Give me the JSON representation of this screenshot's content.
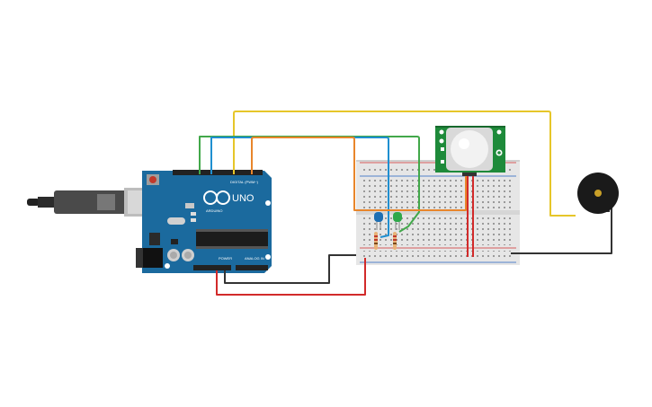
{
  "arduino": {
    "model_label": "UNO",
    "brand_label": "ARDUINO",
    "digital_header_label": "DIGITAL (PWM~)",
    "power_header_label": "POWER",
    "analog_header_label": "ANALOG IN",
    "board_color": "#1b6a9e"
  },
  "breadboard": {
    "color": "#e6e6e6"
  },
  "pir_sensor": {
    "board_color": "#1e8a3a"
  },
  "buzzer": {
    "center_color": "#c9a028"
  },
  "leds": [
    {
      "color": "#1d6fb3"
    },
    {
      "color": "#2fa84a"
    }
  ],
  "wire_colors": {
    "yellow": "#e6c629",
    "orange": "#e8862b",
    "green": "#42a84a",
    "blue": "#1f8fd0",
    "red": "#d22a2a",
    "black": "#333333"
  }
}
